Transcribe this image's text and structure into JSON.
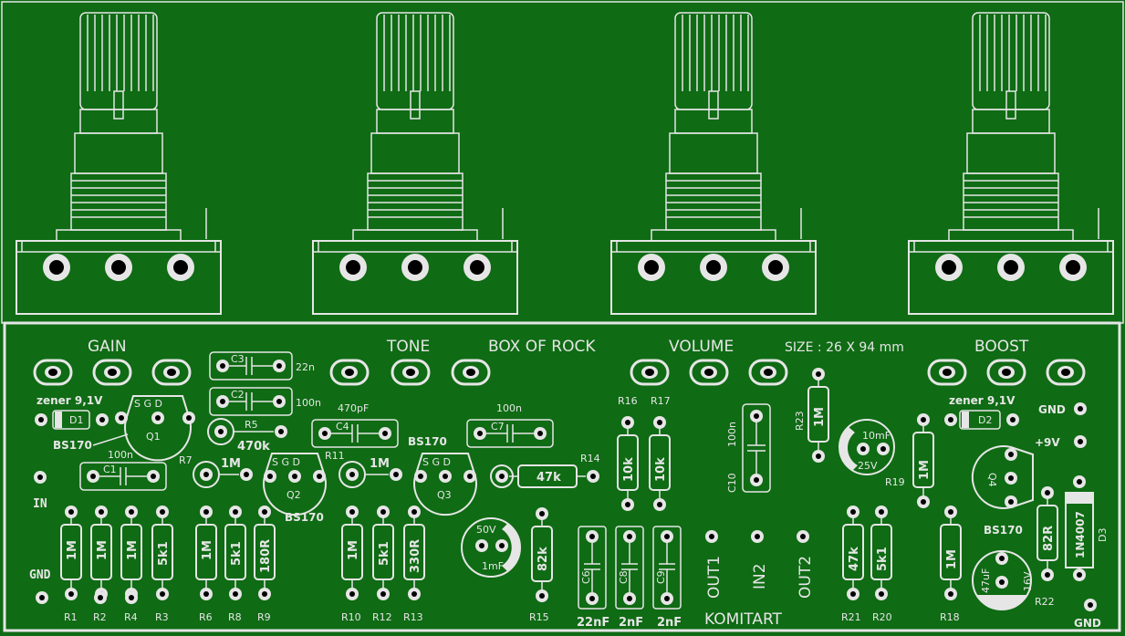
{
  "colors": {
    "board": "#0f6b14",
    "silk": "#e6e6e6",
    "hole": "#000000"
  },
  "labels": {
    "gain": "GAIN",
    "tone": "TONE",
    "title": "BOX OF ROCK",
    "volume": "VOLUME",
    "size": "SIZE : 26 X 94 mm",
    "boost": "BOOST",
    "in": "IN",
    "gnd_left": "GND",
    "gnd_right_top": "GND",
    "plus9v": "+9V",
    "gnd_bottom": "GND",
    "out1": "OUT1",
    "in2": "IN2",
    "out2": "OUT2",
    "brand": "KOMITART",
    "zener1": "zener 9,1V",
    "zener2": "zener 9,1V",
    "bs170_q1": "BS170",
    "bs170_q2": "BS170",
    "bs170_q3": "BS170",
    "bs170_q4": "BS170",
    "sgd": "S  G  D",
    "q1": "Q1",
    "q2": "Q2",
    "q3": "Q3",
    "q4": "Q4",
    "d1": "D1",
    "d2": "D2",
    "d3": "D3",
    "d3_part": "1N4007"
  },
  "caps": {
    "c1": {
      "ref": "C1",
      "value": "100n"
    },
    "c2": {
      "ref": "C2",
      "value": "100n"
    },
    "c3": {
      "ref": "C3",
      "value": "22n"
    },
    "c4": {
      "ref": "C4",
      "value": "470pF"
    },
    "c5": {
      "ref": "470k"
    },
    "c7": {
      "ref": "C7",
      "value": "100n"
    },
    "c10": {
      "ref": "C10",
      "value": "100n"
    },
    "c6": {
      "ref": "C6",
      "value": "22nF"
    },
    "c8": {
      "ref": "C8",
      "value": "2nF"
    },
    "c9": {
      "ref": "C9",
      "value": "2nF"
    },
    "e1": {
      "v": "50V",
      "c": "1mF"
    },
    "e2": {
      "v": "25V",
      "c": "10mF"
    },
    "e3": {
      "v": "16V",
      "c": "47uF"
    }
  },
  "resistors": {
    "r1": {
      "ref": "R1",
      "value": "1M"
    },
    "r2": {
      "ref": "R2",
      "value": "1M"
    },
    "r4": {
      "ref": "R4",
      "value": "1M"
    },
    "r3": {
      "ref": "R3",
      "value": "5k1"
    },
    "r6": {
      "ref": "R6",
      "value": "1M"
    },
    "r8": {
      "ref": "R8",
      "value": "5k1"
    },
    "r9": {
      "ref": "R9",
      "value": "180R"
    },
    "r5": {
      "ref": "R5"
    },
    "r7": {
      "ref": "R7",
      "value": "1M"
    },
    "r11": {
      "ref": "R11",
      "value": "1M"
    },
    "r10": {
      "ref": "R10",
      "value": "1M"
    },
    "r12": {
      "ref": "R12",
      "value": "5k1"
    },
    "r13": {
      "ref": "R13",
      "value": "330R"
    },
    "r14": {
      "ref": "R14",
      "value": "47k"
    },
    "r15": {
      "ref": "R15",
      "value": "82k"
    },
    "r16": {
      "ref": "R16",
      "value": "10k"
    },
    "r17": {
      "ref": "R17",
      "value": "10k"
    },
    "r23": {
      "ref": "R23",
      "value": "1M"
    },
    "r19": {
      "ref": "R19",
      "value": "1M"
    },
    "r21": {
      "ref": "R21",
      "value": "47k"
    },
    "r20": {
      "ref": "R20",
      "value": "5k1"
    },
    "r18": {
      "ref": "R18",
      "value": "1M"
    },
    "r22": {
      "ref": "R22",
      "value": "82R"
    }
  }
}
